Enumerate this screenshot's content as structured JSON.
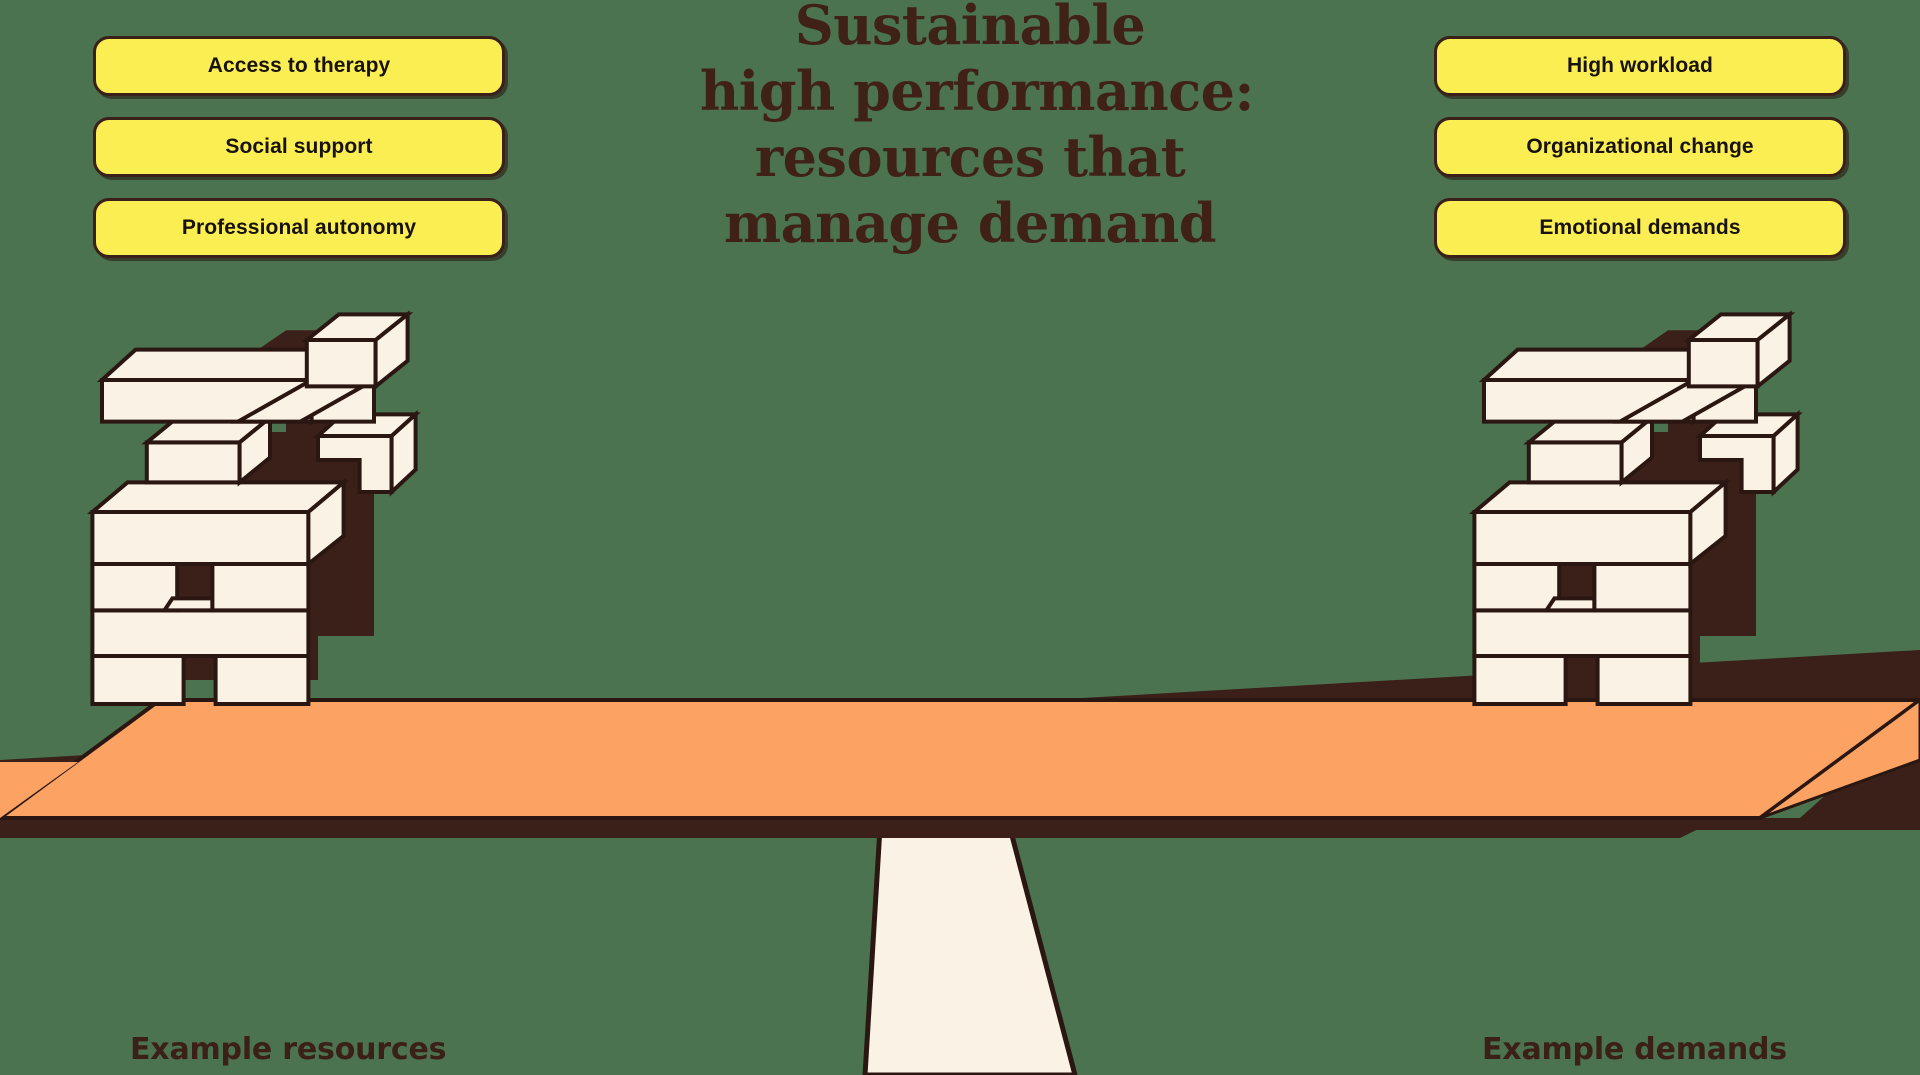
{
  "background_color": "#4b7350",
  "title": {
    "lines": [
      "Sustainable",
      "high performance:",
      "resources that",
      "manage demand"
    ],
    "color": "#402118"
  },
  "left_group": {
    "caption": "Example resources",
    "pills": [
      {
        "label": "Access to therapy"
      },
      {
        "label": "Social support"
      },
      {
        "label": "Professional autonomy"
      }
    ]
  },
  "right_group": {
    "caption": "Example demands",
    "pills": [
      {
        "label": "High workload"
      },
      {
        "label": "Organizational change"
      },
      {
        "label": "Emotional demands"
      }
    ]
  },
  "illustration": {
    "name": "balance-seesaw-with-block-towers",
    "plank_color": "#fca364",
    "plank_shadow_color": "#3a2018",
    "fulcrum_color": "#faf2e4",
    "fulcrum_shadow_color": "#3a2018",
    "block_face_color": "#faf2e4",
    "block_shadow_color": "#3a2018",
    "outline_color": "#2b1712",
    "pill_color": "#faee52",
    "pill_border_color": "#3a2018",
    "left_tower": "jenga-block-stack",
    "right_tower": "jenga-block-stack"
  }
}
